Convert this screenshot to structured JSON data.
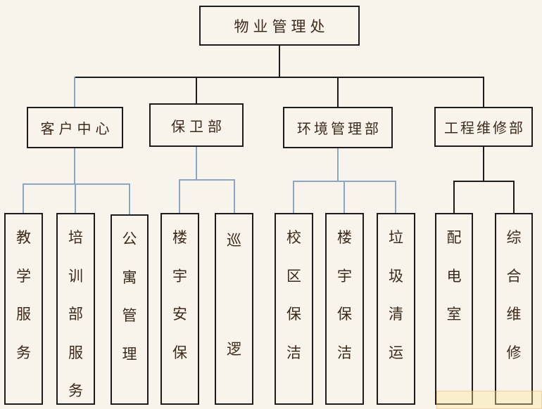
{
  "meta": {
    "colors": {
      "bg": "#f8f4ec",
      "text_color": "#3d2a1b",
      "box_border": "#1c1c1c",
      "connector_primary": "#1c1c1c",
      "connector_secondary": "#8ba6c4"
    }
  },
  "root": {
    "label": "物业管理处"
  },
  "departments": [
    {
      "label": "客户中心",
      "children": [
        "教学服务",
        "培训部服务",
        "公寓管理"
      ]
    },
    {
      "label": "保卫部",
      "children": [
        "楼宇安保",
        "巡逻"
      ]
    },
    {
      "label": "环境管理部",
      "children": [
        "校区保洁",
        "楼宇保洁",
        "垃圾清运"
      ]
    },
    {
      "label": "工程维修部",
      "children": [
        "配电室",
        "综合维修"
      ]
    }
  ]
}
